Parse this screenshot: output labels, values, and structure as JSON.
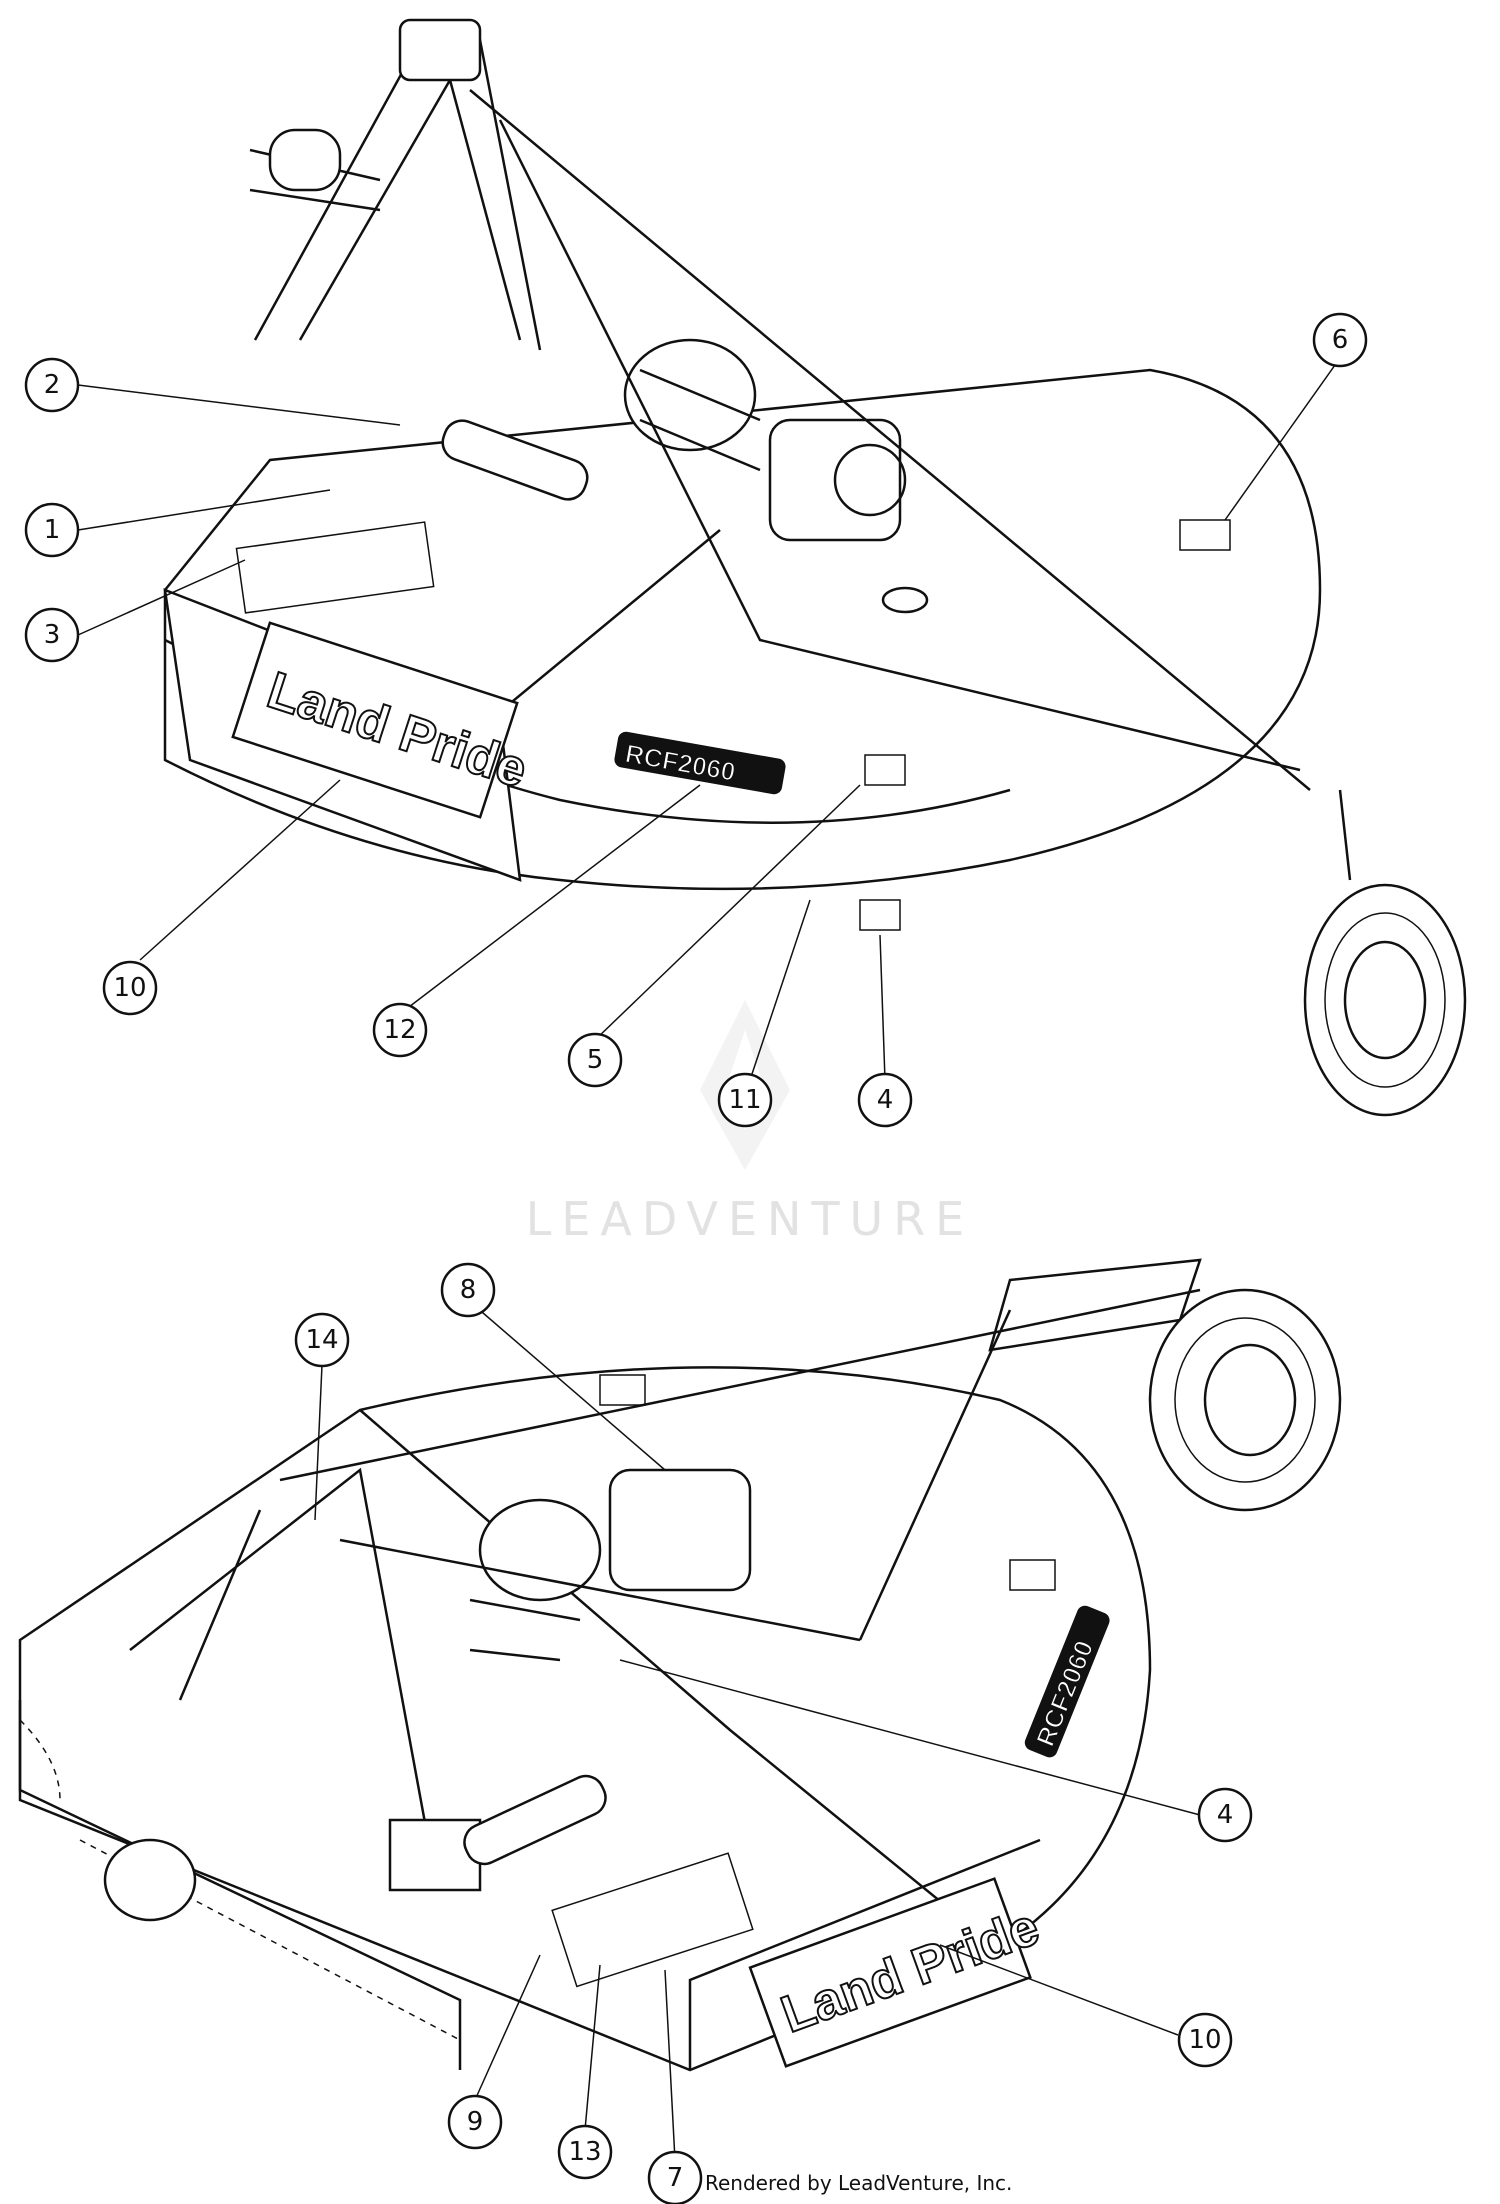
{
  "diagram": {
    "top_view": {
      "brand_text": "Land Pride",
      "model_text": "RCF2060",
      "callouts": [
        "1",
        "2",
        "3",
        "4",
        "5",
        "6",
        "10",
        "11",
        "12"
      ]
    },
    "bottom_view": {
      "brand_text": "Land Pride",
      "model_text": "RCF2060",
      "callouts": [
        "4",
        "7",
        "8",
        "9",
        "10",
        "13",
        "14"
      ]
    }
  },
  "watermark": "LEADVENTURE",
  "credit": "Rendered by LeadVenture, Inc."
}
